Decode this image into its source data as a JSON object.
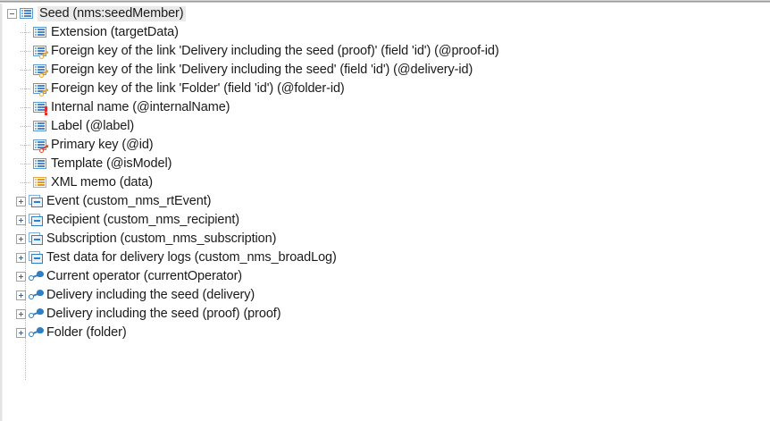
{
  "view": {
    "kind": "schema-tree",
    "background": "#ffffff",
    "accent": "#2f7fc4",
    "key_color": "#e8a33d",
    "primary_key_color": "#d94b3a",
    "required_marker_color": "#e03030",
    "memo_color": "#e8a33d"
  },
  "tree": {
    "root": {
      "label": "Seed (nms:seedMember)",
      "expander": "minus",
      "icon": "attribute-list-icon",
      "selected": true
    },
    "children": [
      {
        "label": "Extension (targetData)",
        "icon": "attribute-icon",
        "expander": "none",
        "level": 1
      },
      {
        "label": "Foreign key of the link 'Delivery including the seed (proof)' (field 'id') (@proof-id)",
        "icon": "attribute-foreign-key-icon",
        "expander": "none",
        "level": 1
      },
      {
        "label": "Foreign key of the link 'Delivery including the seed' (field 'id') (@delivery-id)",
        "icon": "attribute-foreign-key-icon",
        "expander": "none",
        "level": 1
      },
      {
        "label": "Foreign key of the link 'Folder' (field 'id') (@folder-id)",
        "icon": "attribute-foreign-key-icon",
        "expander": "none",
        "level": 1
      },
      {
        "label": "Internal name (@internalName)",
        "icon": "attribute-required-icon",
        "expander": "none",
        "level": 1
      },
      {
        "label": "Label (@label)",
        "icon": "attribute-icon",
        "expander": "none",
        "level": 1
      },
      {
        "label": "Primary key (@id)",
        "icon": "attribute-primary-key-icon",
        "expander": "none",
        "level": 1
      },
      {
        "label": "Template (@isModel)",
        "icon": "attribute-icon",
        "expander": "none",
        "level": 1
      },
      {
        "label": "XML memo (data)",
        "icon": "attribute-memo-icon",
        "expander": "none",
        "level": 1
      },
      {
        "label": "Event (custom_nms_rtEvent)",
        "icon": "collection-icon",
        "expander": "plus",
        "level": 1
      },
      {
        "label": "Recipient (custom_nms_recipient)",
        "icon": "collection-icon",
        "expander": "plus",
        "level": 1
      },
      {
        "label": "Subscription (custom_nms_subscription)",
        "icon": "collection-icon",
        "expander": "plus",
        "level": 1
      },
      {
        "label": "Test data for delivery logs (custom_nms_broadLog)",
        "icon": "collection-icon",
        "expander": "plus",
        "level": 1
      },
      {
        "label": "Current operator (currentOperator)",
        "icon": "link-icon",
        "expander": "plus",
        "level": 1
      },
      {
        "label": "Delivery including the seed (delivery)",
        "icon": "link-icon",
        "expander": "plus",
        "level": 1
      },
      {
        "label": "Delivery including the seed (proof) (proof)",
        "icon": "link-icon",
        "expander": "plus",
        "level": 1
      },
      {
        "label": "Folder (folder)",
        "icon": "link-icon",
        "expander": "plus",
        "level": 1
      }
    ]
  }
}
